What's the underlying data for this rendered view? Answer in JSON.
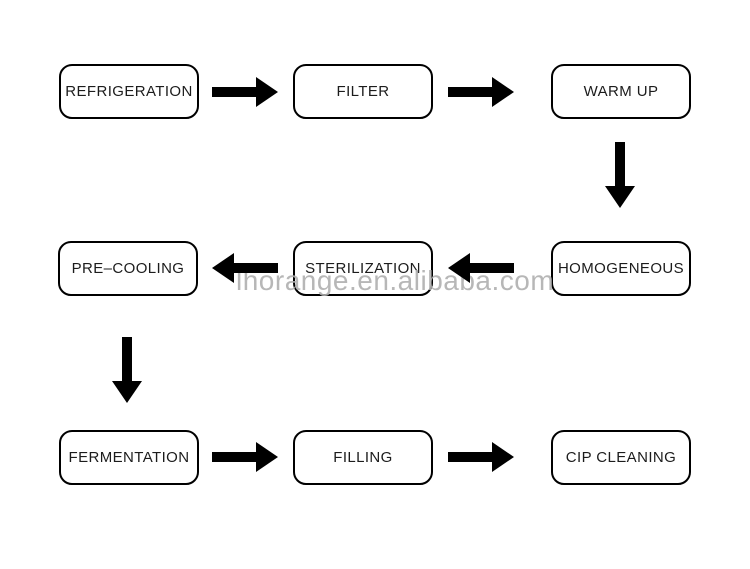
{
  "diagram": {
    "watermark": "lhorange.en.alibaba.com",
    "nodes": {
      "refrigeration": {
        "label": "REFRIGERATION"
      },
      "filter": {
        "label": "FILTER"
      },
      "warm_up": {
        "label": "WARM UP"
      },
      "pre_cooling": {
        "label": "PRE–COOLING"
      },
      "sterilization": {
        "label": "STERILIZATION"
      },
      "homogeneous": {
        "label": "HOMOGENEOUS"
      },
      "fermentation": {
        "label": "FERMENTATION"
      },
      "filling": {
        "label": "FILLING"
      },
      "cip_cleaning": {
        "label": "CIP CLEANING"
      }
    },
    "edges": [
      {
        "from": "REFRIGERATION",
        "to": "FILTER",
        "direction": "right"
      },
      {
        "from": "FILTER",
        "to": "WARM UP",
        "direction": "right"
      },
      {
        "from": "WARM UP",
        "to": "HOMOGENEOUS",
        "direction": "down"
      },
      {
        "from": "HOMOGENEOUS",
        "to": "STERILIZATION",
        "direction": "left"
      },
      {
        "from": "STERILIZATION",
        "to": "PRE–COOLING",
        "direction": "left"
      },
      {
        "from": "PRE–COOLING",
        "to": "FERMENTATION",
        "direction": "down"
      },
      {
        "from": "FERMENTATION",
        "to": "FILLING",
        "direction": "right"
      },
      {
        "from": "FILLING",
        "to": "CIP CLEANING",
        "direction": "right"
      }
    ],
    "colors": {
      "background": "#ffffff",
      "node_fill": "#ffffff",
      "node_border": "#000000",
      "node_text": "#1c1c1c",
      "arrow": "#000000",
      "watermark": "#b0b0b0"
    }
  }
}
